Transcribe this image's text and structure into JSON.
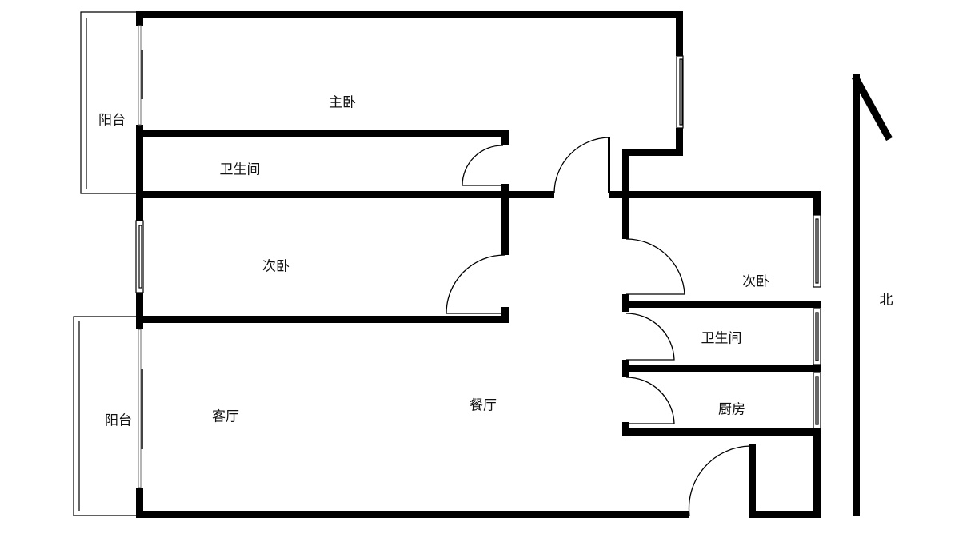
{
  "rooms": {
    "master_bedroom": "主卧",
    "balcony_top": "阳台",
    "bathroom_top": "卫生间",
    "second_bedroom_left": "次卧",
    "second_bedroom_right": "次卧",
    "bathroom_right": "卫生间",
    "kitchen": "厨房",
    "living_room": "客厅",
    "dining_room": "餐厅",
    "balcony_bottom": "阳台"
  },
  "compass": {
    "label": "北"
  },
  "colors": {
    "wall": "#000000",
    "background": "#ffffff"
  }
}
